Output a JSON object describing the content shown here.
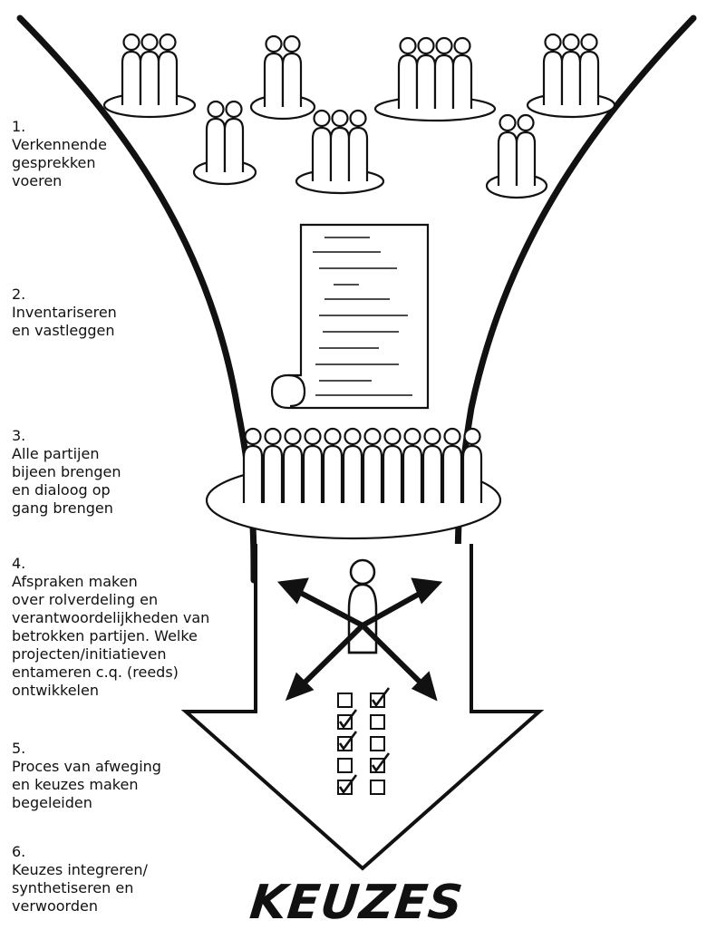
{
  "steps": [
    {
      "number": "1.",
      "text": "Verkennende\ngesprekken\nvoeren"
    },
    {
      "number": "2.",
      "text": "Inventariseren\nen vastleggen"
    },
    {
      "number": "3.",
      "text": "Alle partijen\nbijeen brengen\nen dialoog op\ngang brengen"
    },
    {
      "number": "4.",
      "text": "Afspraken maken\nover rolverdeling en\nverantwoordelijkheden van\nbetrokken partijen. Welke\nprojecten/initiatieven\nentameren c.q. (reeds)\nontwikkelen"
    },
    {
      "number": "5.",
      "text": "Proces van afweging\nen keuzes maken\nbegeleiden"
    },
    {
      "number": "6.",
      "text": "Keuzes integreren/\nsynthetiseren en\nverwoorden"
    }
  ],
  "result_label": "KEUZES",
  "colors": {
    "ink": "#111111",
    "background": "#ffffff"
  },
  "icons": [
    "people-group-icon",
    "document-scroll-icon",
    "person-directions-icon",
    "checkbox-grid-icon"
  ]
}
